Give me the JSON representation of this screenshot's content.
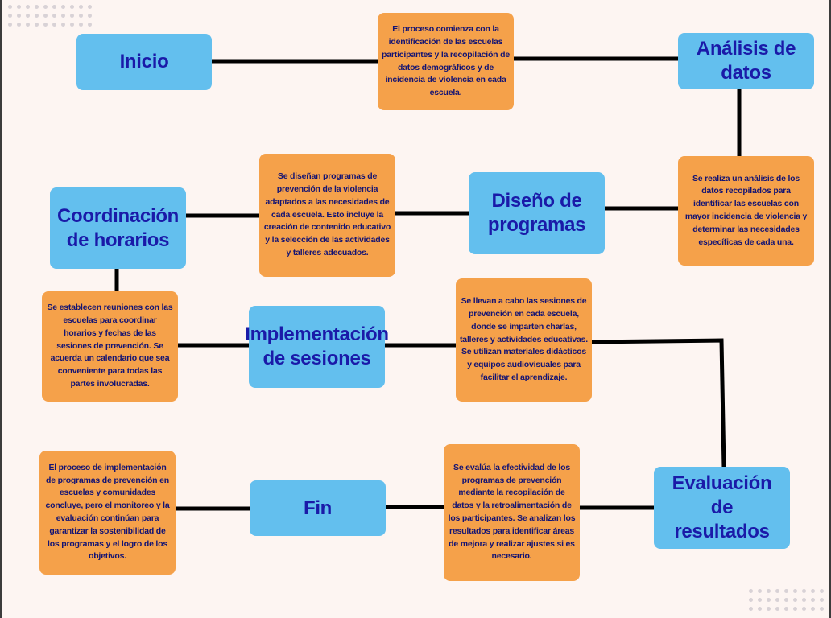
{
  "nodes": {
    "inicio": "Inicio",
    "analisis": "Análisis de datos",
    "diseno": "Diseño de programas",
    "coordinacion": "Coordinación de horarios",
    "implementacion": "Implementación de sesiones",
    "evaluacion": "Evaluación de resultados",
    "fin": "Fin"
  },
  "descriptions": {
    "inicio": "El proceso comienza con la identificación de las escuelas participantes y la recopilación de datos demográficos y de incidencia de violencia en cada escuela.",
    "analisis": "Se realiza un análisis de los datos recopilados para identificar las escuelas con mayor incidencia de violencia y determinar las necesidades específicas de cada una.",
    "diseno": "Se diseñan programas de prevención de la violencia adaptados a las necesidades de cada escuela. Esto incluye la creación de contenido educativo y la selección de las actividades y talleres adecuados.",
    "coordinacion": "Se establecen reuniones con las escuelas para coordinar horarios y fechas de las sesiones de prevención. Se acuerda un calendario que sea conveniente para todas las partes involucradas.",
    "implementacion": "Se llevan a cabo las sesiones de prevención en cada escuela, donde se imparten charlas, talleres y actividades educativas. Se utilizan materiales didácticos y equipos audiovisuales para facilitar el aprendizaje.",
    "evaluacion": "Se evalúa la efectividad de los programas de prevención mediante la recopilación de datos y la retroalimentación de los participantes. Se analizan los resultados para identificar áreas de mejora y realizar ajustes si es necesario.",
    "fin": "El proceso de implementación de programas de prevención en escuelas y comunidades concluye, pero el monitoreo y la evaluación continúan para garantizar la sostenibilidad de los programas y el logro de los objetivos."
  },
  "colors": {
    "background": "#fdf5f2",
    "title_box": "#63bfee",
    "title_text": "#1a1aa8",
    "desc_box": "#f5a14a",
    "desc_text": "#141473",
    "connector": "#000000"
  }
}
